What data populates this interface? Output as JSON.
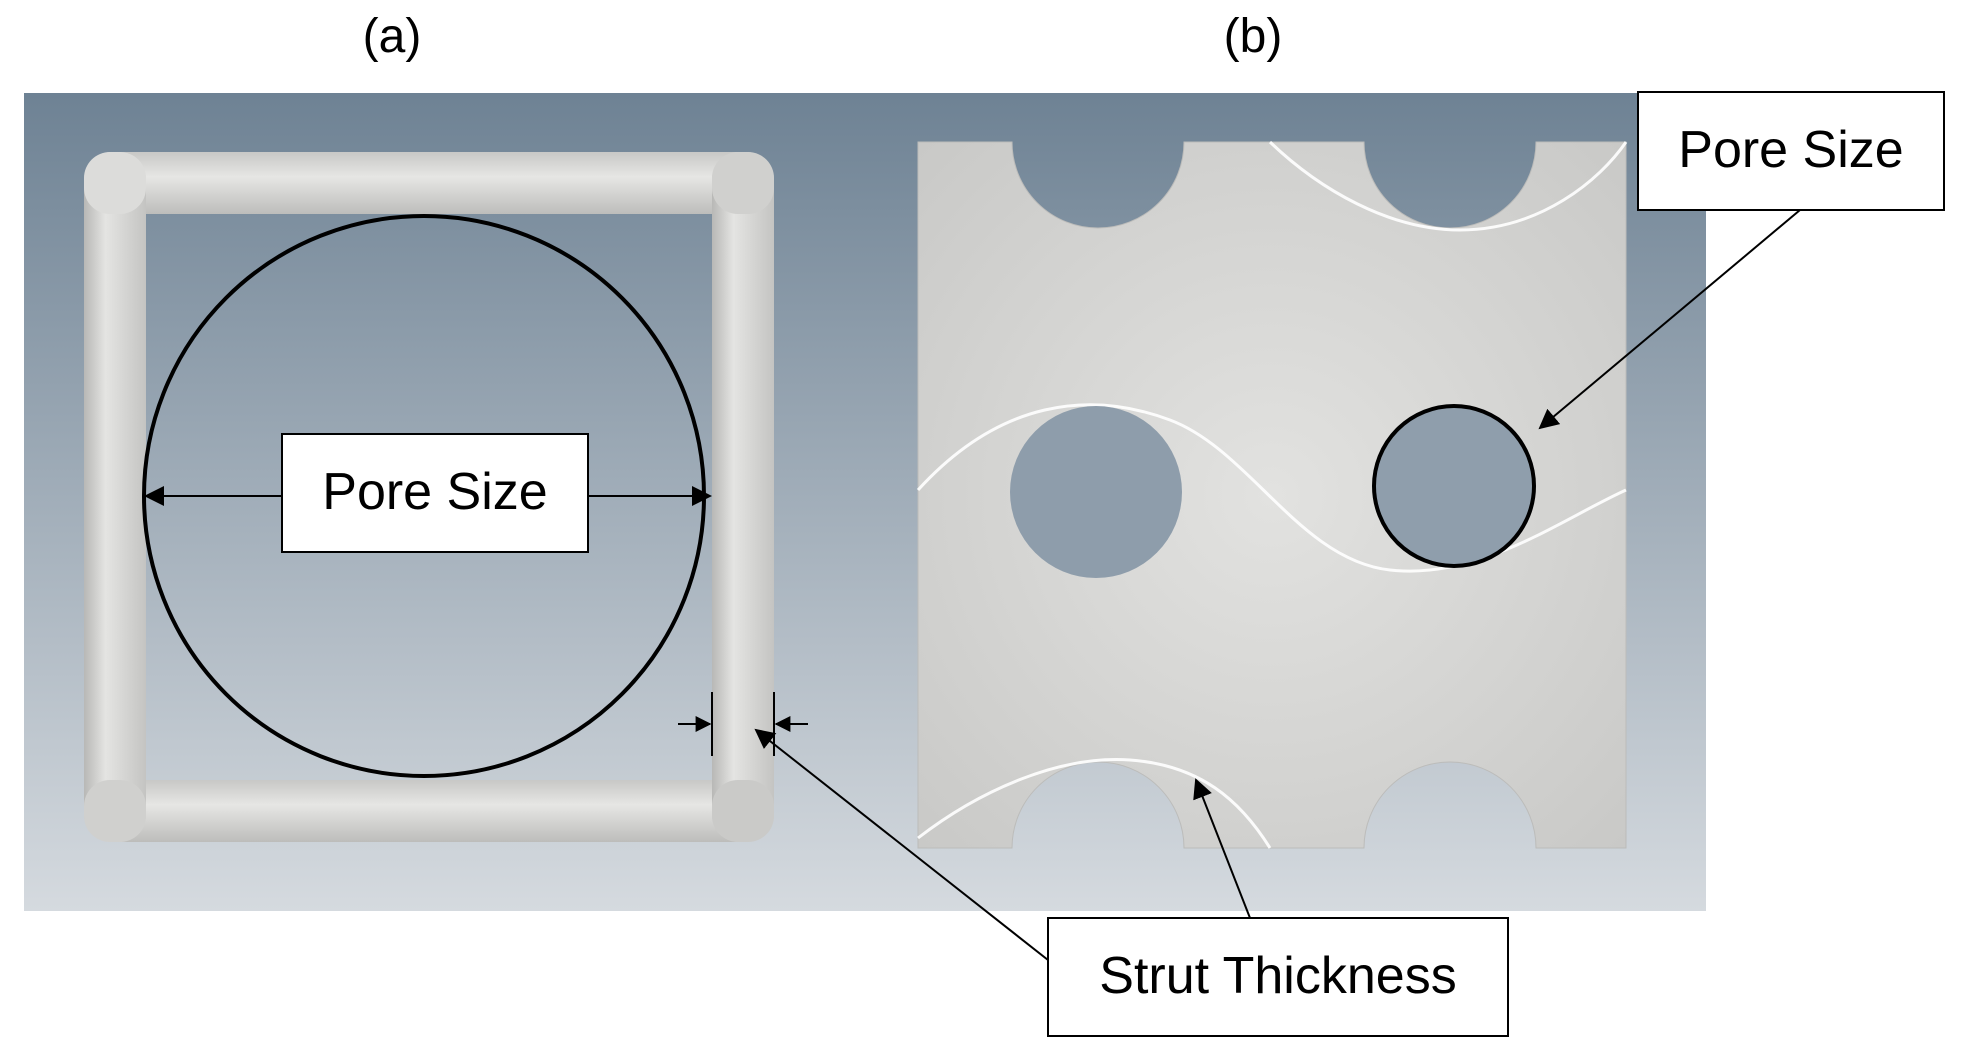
{
  "panels": {
    "a": {
      "label": "(a)"
    },
    "b": {
      "label": "(b)"
    }
  },
  "callouts": {
    "pore_size_a": "Pore Size",
    "pore_size_b": "Pore Size",
    "strut_thickness": "Strut Thickness"
  },
  "colors": {
    "background_top": "#6e8294",
    "background_bottom": "#d3d8de",
    "strut": "#d9d9d7",
    "strut_shadow": "#b9b9b7",
    "tpms_surface": "#dadad8",
    "outline": "#000000"
  }
}
